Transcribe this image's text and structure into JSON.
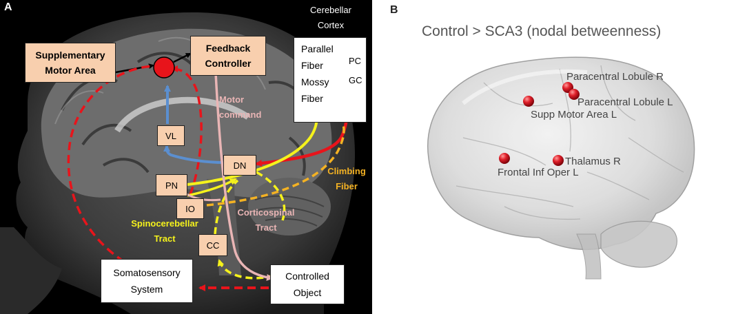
{
  "panel_a": {
    "letter": "A",
    "boxes": {
      "sma": "Supplementary Motor Area",
      "feedback": "Feedback Controller",
      "vl": "VL",
      "dn": "DN",
      "pn": "PN",
      "io": "IO",
      "cc": "CC",
      "somato": "Somatosensory System",
      "controlled": "Controlled Object"
    },
    "cortex_title_1": "Cerebellar",
    "cortex_title_2": "Cortex",
    "cortex_lines": [
      "Parallel",
      "Fiber",
      "Mossy",
      "Fiber"
    ],
    "pc_label": "PC",
    "gc_label": "GC",
    "pathway_labels": {
      "motor_1": "Motor",
      "motor_2": "command",
      "climbing_1": "Climbing",
      "climbing_2": "Fiber",
      "corticospinal_1": "Corticospinal",
      "corticospinal_2": "Tract",
      "spinocerebellar_1": "Spinocerebellar",
      "spinocerebellar_2": "Tract"
    },
    "colors": {
      "red": "#e8141b",
      "blue": "#5b8fd0",
      "yellow": "#f5f21c",
      "orange": "#f4b223",
      "pink": "#e9b5b5",
      "peach": "#f8cfae"
    }
  },
  "panel_b": {
    "letter": "B",
    "title": "Control > SCA3 (nodal betweenness)",
    "regions": [
      "Paracentral Lobule R",
      "Paracentral Lobule L",
      "Supp Motor Area L",
      "Thalamus R",
      "Frontal Inf Oper L"
    ]
  }
}
